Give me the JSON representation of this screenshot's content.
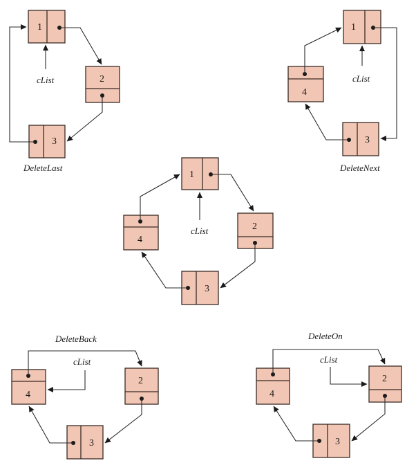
{
  "colors": {
    "node_fill": "#f2c6b4",
    "stroke": "#3a2b25",
    "line": "#2a2a2a"
  },
  "diagrams": {
    "delete_last": {
      "caption": "DeleteLast",
      "pointer_label": "cList",
      "nodes": {
        "n1": "1",
        "n2": "2",
        "n3": "3"
      }
    },
    "delete_next": {
      "caption": "DeleteNext",
      "pointer_label": "cList",
      "nodes": {
        "n1": "1",
        "n3": "3",
        "n4": "4"
      }
    },
    "center": {
      "pointer_label": "cList",
      "nodes": {
        "n1": "1",
        "n2": "2",
        "n3": "3",
        "n4": "4"
      }
    },
    "delete_back": {
      "caption": "DeleteBack",
      "pointer_label": "cList",
      "nodes": {
        "n2": "2",
        "n3": "3",
        "n4": "4"
      }
    },
    "delete_on": {
      "caption": "DeleteOn",
      "pointer_label": "cList",
      "nodes": {
        "n2": "2",
        "n3": "3",
        "n4": "4"
      }
    }
  }
}
